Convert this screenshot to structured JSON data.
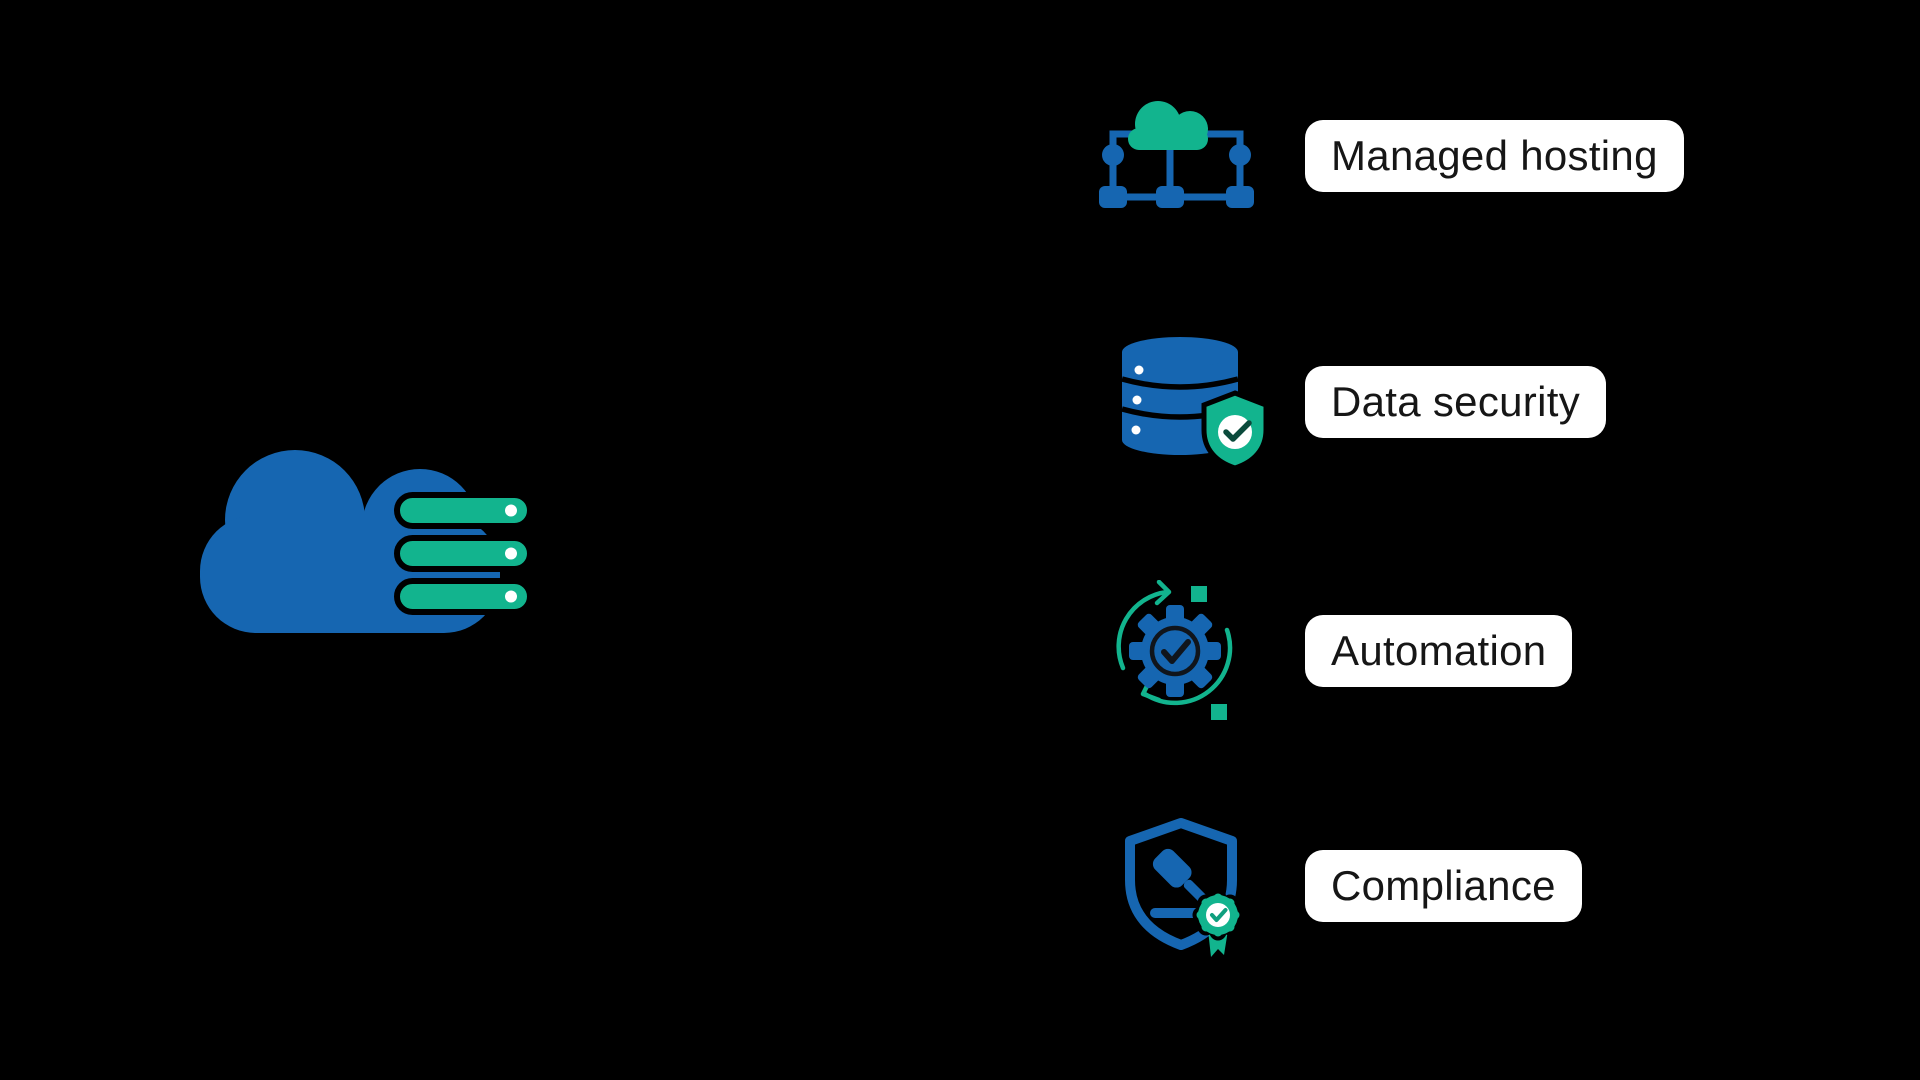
{
  "canvas": {
    "background": "#000000"
  },
  "colors": {
    "blue": "#1666b1",
    "green": "#12b48e",
    "label_background": "#ffffff",
    "label_text": "#161616",
    "check_dark": "#10151c"
  },
  "hero": {
    "icon": "cloud-servers-icon"
  },
  "features": [
    {
      "icon": "cloud-network-icon",
      "label": "Managed hosting"
    },
    {
      "icon": "database-shield-icon",
      "label": "Data security"
    },
    {
      "icon": "gear-sync-icon",
      "label": "Automation"
    },
    {
      "icon": "shield-gavel-badge-icon",
      "label": "Compliance"
    }
  ]
}
